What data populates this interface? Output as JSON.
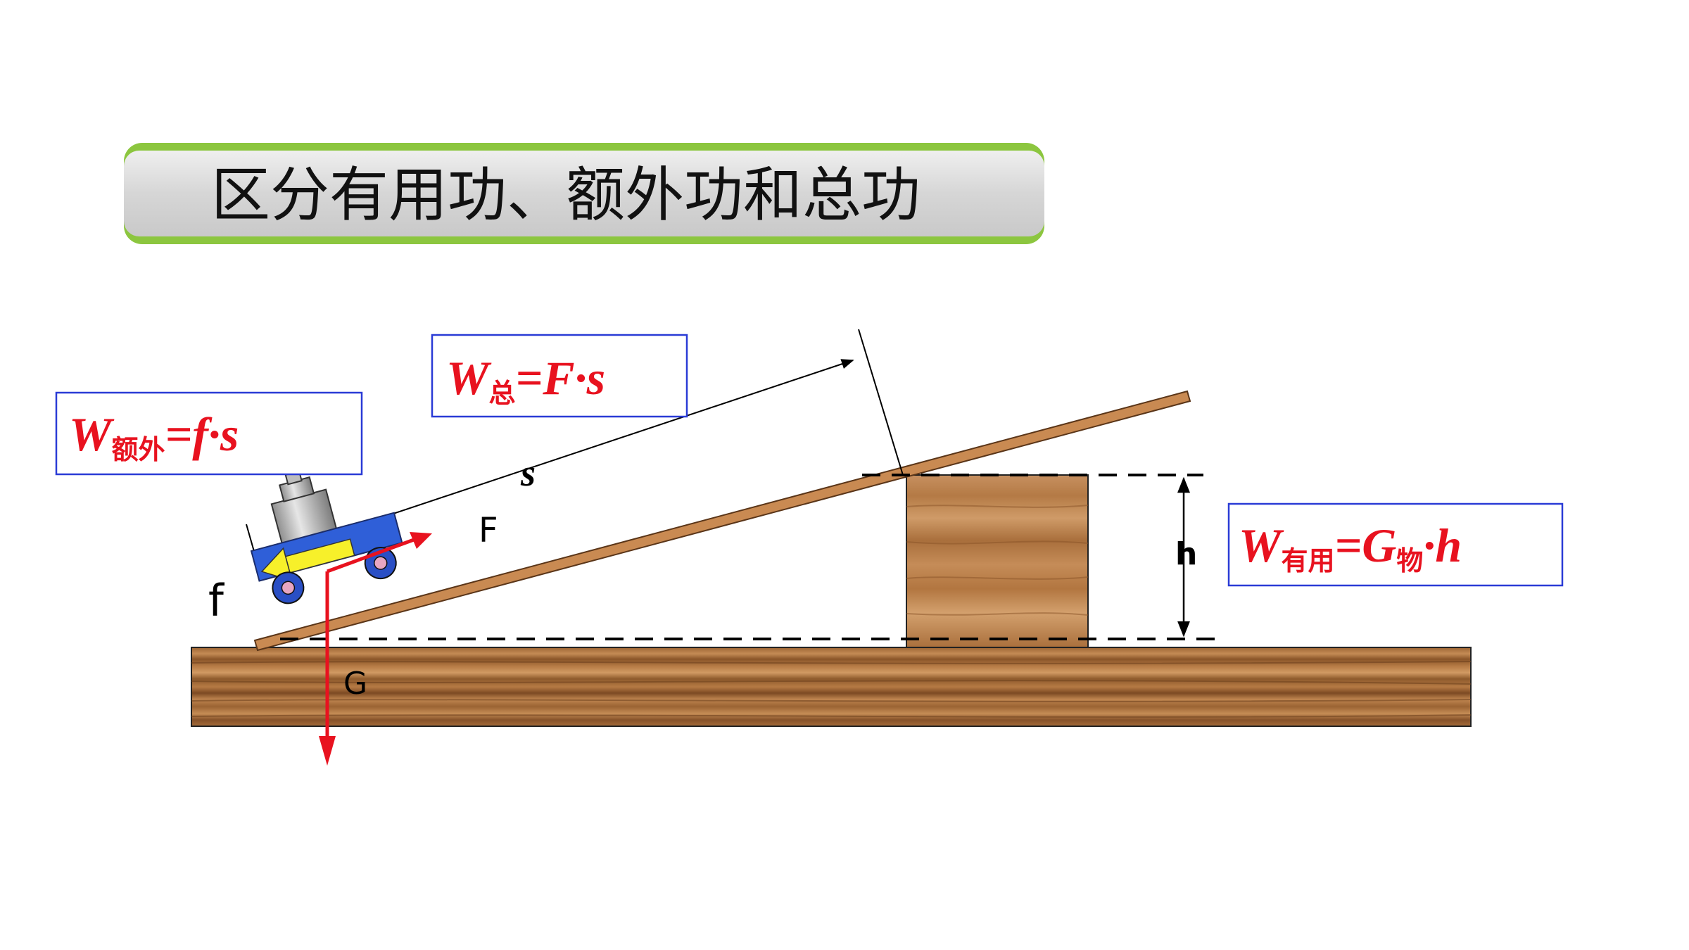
{
  "title": "区分有用功、额外功和总功",
  "formula_total": {
    "W": "W",
    "sub": "总",
    "rhs": "=F·s"
  },
  "formula_extra": {
    "W": "W",
    "sub": "额外",
    "rhs_eq": "=",
    "rhs_f": "f",
    "rhs_rest": "·s"
  },
  "formula_useful": {
    "W": "W",
    "sub": "有用",
    "rhs_eq": "=G",
    "sub2": "物",
    "rhs_rest": "·h"
  },
  "labels": {
    "s": "s",
    "F": "F",
    "f": "f",
    "G": "G",
    "h": "h"
  },
  "colors": {
    "title_band_green": "#8cc63f",
    "title_bg": "#dcdcdc",
    "formula_red": "#e8121f",
    "box_border": "#2a3bd6",
    "wood": "#b07a45",
    "wood_dark": "#7a4a22",
    "plank": "#c98a52",
    "cart_blue": "#2f5fd8",
    "arrow_yellow": "#f7f02a",
    "force_red": "#e8121f"
  }
}
